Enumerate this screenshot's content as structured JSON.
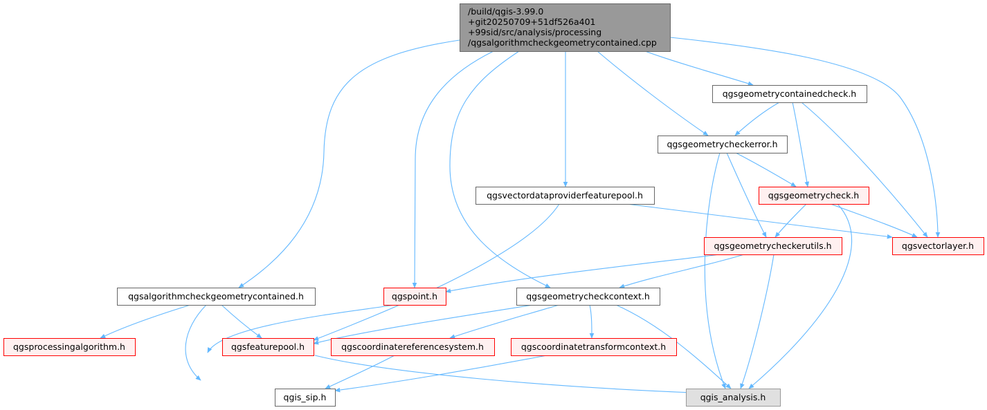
{
  "colors": {
    "edge": "#63b8ff",
    "root_fill": "#999999",
    "root_border": "#666666",
    "normal_fill": "#ffffff",
    "normal_border": "#666666",
    "red_fill": "#fff0f0",
    "red_border": "#ff0000",
    "gray_fill": "#e0e0e0",
    "gray_border": "#999999"
  },
  "nodes": {
    "root": {
      "lines": [
        "/build/qgis-3.99.0",
        "+git20250709+51df526a401",
        "+99sid/src/analysis/processing",
        "/qgsalgorithmcheckgeometrycontained.cpp"
      ],
      "style": "root"
    },
    "containedcheck": {
      "lines": [
        "qgsgeometrycontainedcheck.h"
      ],
      "style": "normal"
    },
    "checkerror": {
      "lines": [
        "qgsgeometrycheckerror.h"
      ],
      "style": "normal"
    },
    "geometrycheck": {
      "lines": [
        "qgsgeometrycheck.h"
      ],
      "style": "red"
    },
    "vdpfp": {
      "lines": [
        "qgsvectordataproviderfeaturepool.h"
      ],
      "style": "normal"
    },
    "checkerutils": {
      "lines": [
        "qgsgeometrycheckerutils.h"
      ],
      "style": "red"
    },
    "vectorlayer": {
      "lines": [
        "qgsvectorlayer.h"
      ],
      "style": "red"
    },
    "algoh": {
      "lines": [
        "qgsalgorithmcheckgeometrycontained.h"
      ],
      "style": "normal"
    },
    "point": {
      "lines": [
        "qgspoint.h"
      ],
      "style": "red"
    },
    "checkcontext": {
      "lines": [
        "qgsgeometrycheckcontext.h"
      ],
      "style": "normal"
    },
    "procalgo": {
      "lines": [
        "qgsprocessingalgorithm.h"
      ],
      "style": "red"
    },
    "featurepool": {
      "lines": [
        "qgsfeaturepool.h"
      ],
      "style": "red"
    },
    "crs": {
      "lines": [
        "qgscoordinatereferencesystem.h"
      ],
      "style": "red"
    },
    "ctc": {
      "lines": [
        "qgscoordinatetransformcontext.h"
      ],
      "style": "red"
    },
    "sip": {
      "lines": [
        "qgis_sip.h"
      ],
      "style": "normal"
    },
    "analysis": {
      "lines": [
        "qgis_analysis.h"
      ],
      "style": "gray"
    }
  },
  "edges": [
    [
      "root",
      "containedcheck"
    ],
    [
      "root",
      "checkerror"
    ],
    [
      "root",
      "vectorlayer"
    ],
    [
      "root",
      "vdpfp"
    ],
    [
      "root",
      "algoh"
    ],
    [
      "root",
      "point"
    ],
    [
      "root",
      "checkcontext"
    ],
    [
      "containedcheck",
      "checkerror"
    ],
    [
      "containedcheck",
      "geometrycheck"
    ],
    [
      "containedcheck",
      "vectorlayer"
    ],
    [
      "checkerror",
      "geometrycheck"
    ],
    [
      "checkerror",
      "checkerutils"
    ],
    [
      "checkerror",
      "analysis"
    ],
    [
      "geometrycheck",
      "checkerutils"
    ],
    [
      "geometrycheck",
      "vectorlayer"
    ],
    [
      "geometrycheck",
      "analysis"
    ],
    [
      "vdpfp",
      "vectorlayer"
    ],
    [
      "vdpfp",
      "featurepool"
    ],
    [
      "checkerutils",
      "point"
    ],
    [
      "checkerutils",
      "checkcontext"
    ],
    [
      "checkerutils",
      "analysis"
    ],
    [
      "algoh",
      "procalgo"
    ],
    [
      "algoh",
      "featurepool"
    ],
    [
      "algoh",
      "sip"
    ],
    [
      "point",
      "sip"
    ],
    [
      "checkcontext",
      "featurepool"
    ],
    [
      "checkcontext",
      "crs"
    ],
    [
      "checkcontext",
      "ctc"
    ],
    [
      "checkcontext",
      "analysis"
    ],
    [
      "featurepool",
      "analysis"
    ],
    [
      "crs",
      "sip"
    ],
    [
      "ctc",
      "sip"
    ]
  ]
}
